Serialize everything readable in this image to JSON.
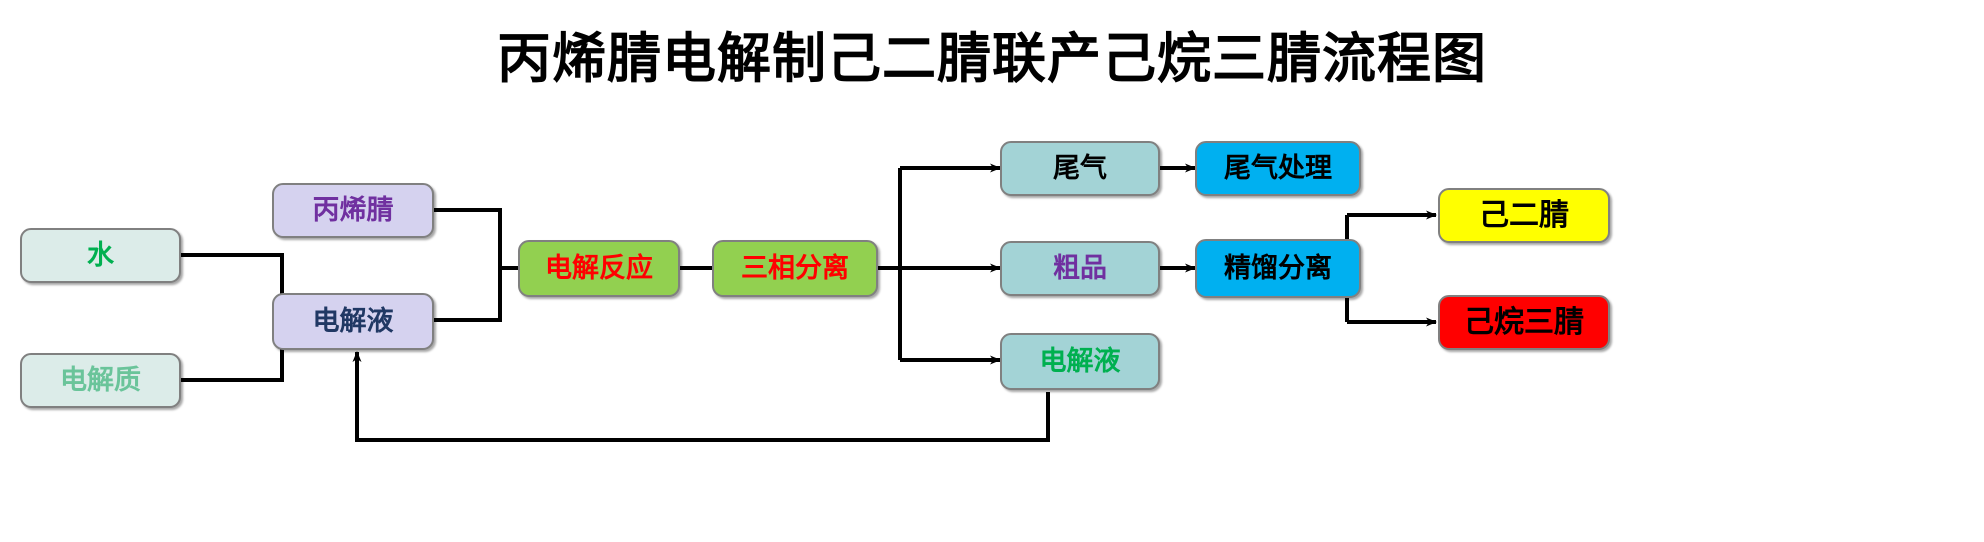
{
  "title": "丙烯腈电解制己二腈联产己烷三腈流程图",
  "palette": {
    "feed_fill": "#dcece9",
    "feed_border": "#808080",
    "water_text": "#00b050",
    "electrolyte_text": "#6ac49a",
    "lavender_fill": "#d5d2ef",
    "lavender_border": "#808080",
    "acrylonitrile_text": "#7030a0",
    "electrolyte_liquid_text": "#203864",
    "green_fill": "#92d050",
    "green_border": "#808080",
    "green_text": "#ff0000",
    "teal_fill": "#a3d3d6",
    "teal_border": "#808080",
    "teal_text": "#000000",
    "crude_text": "#7030a0",
    "blue_fill": "#00b0f0",
    "blue_border": "#808080",
    "blue_text": "#000000",
    "yellow_fill": "#ffff00",
    "yellow_border": "#808080",
    "yellow_text": "#000000",
    "red_fill": "#ff0000",
    "red_border": "#808080",
    "red_text": "#000000",
    "wire": "#000000"
  },
  "nodes": {
    "water": {
      "label": "水"
    },
    "electrolyte": {
      "label": "电解质"
    },
    "acrylonitrile": {
      "label": "丙烯腈"
    },
    "electrolyte_liquid": {
      "label": "电解液"
    },
    "electrolysis": {
      "label": "电解反应"
    },
    "three_phase": {
      "label": "三相分离"
    },
    "tail_gas": {
      "label": "尾气"
    },
    "tail_gas_treatment": {
      "label": "尾气处理"
    },
    "crude": {
      "label": "粗品"
    },
    "distillation": {
      "label": "精馏分离"
    },
    "recycle_electrolyte": {
      "label": "电解液"
    },
    "adiponitrile": {
      "label": "己二腈"
    },
    "hexane_trinitrile": {
      "label": "己烷三腈"
    }
  }
}
